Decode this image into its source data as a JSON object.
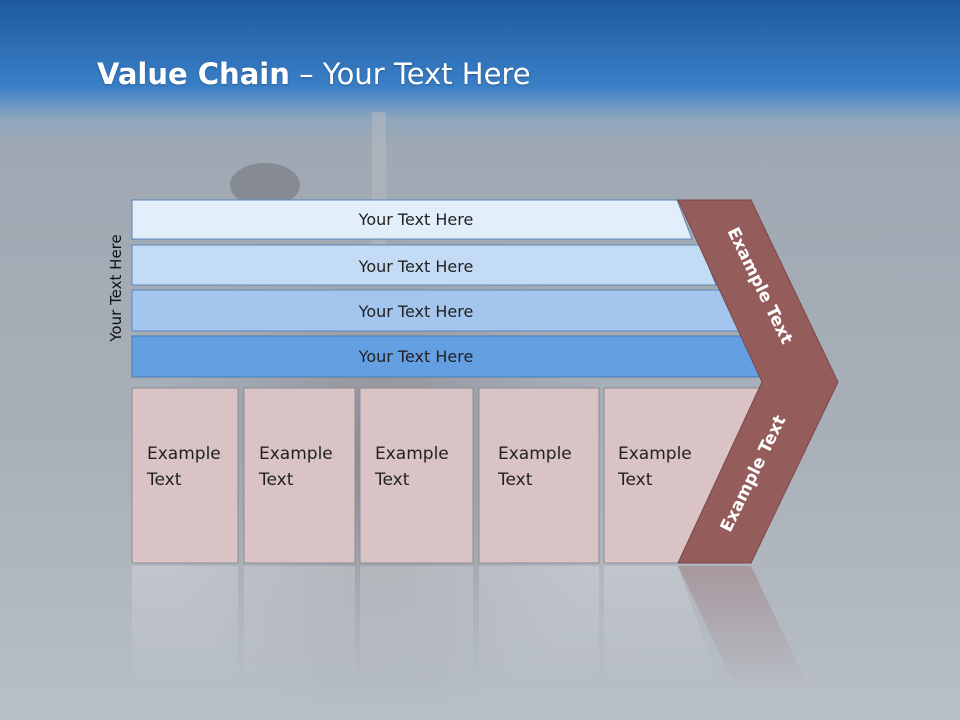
{
  "title": {
    "bold": "Value Chain",
    "rest": " – Your Text Here"
  },
  "side_label": "Your Text Here",
  "bars": [
    {
      "label": "Your Text Here",
      "color": "#e3eefb"
    },
    {
      "label": "Your Text Here",
      "color": "#c4dbf5"
    },
    {
      "label": "Your Text Here",
      "color": "#a3c5ee"
    },
    {
      "label": "Your Text Here",
      "color": "#649fe2"
    }
  ],
  "boxes": [
    {
      "line1": "Example",
      "line2": "Text"
    },
    {
      "line1": "Example",
      "line2": "Text"
    },
    {
      "line1": "Example",
      "line2": "Text"
    },
    {
      "line1": "Example",
      "line2": "Text"
    },
    {
      "line1": "Example",
      "line2": "Text"
    }
  ],
  "chevron": {
    "upper_label": "Example Text",
    "lower_label": "Example Text",
    "color": "#955c5c"
  },
  "colors": {
    "header_blue": "#2f72b9",
    "box_fill": "#d9c3c4",
    "background_gray": "#a9b0b8"
  }
}
